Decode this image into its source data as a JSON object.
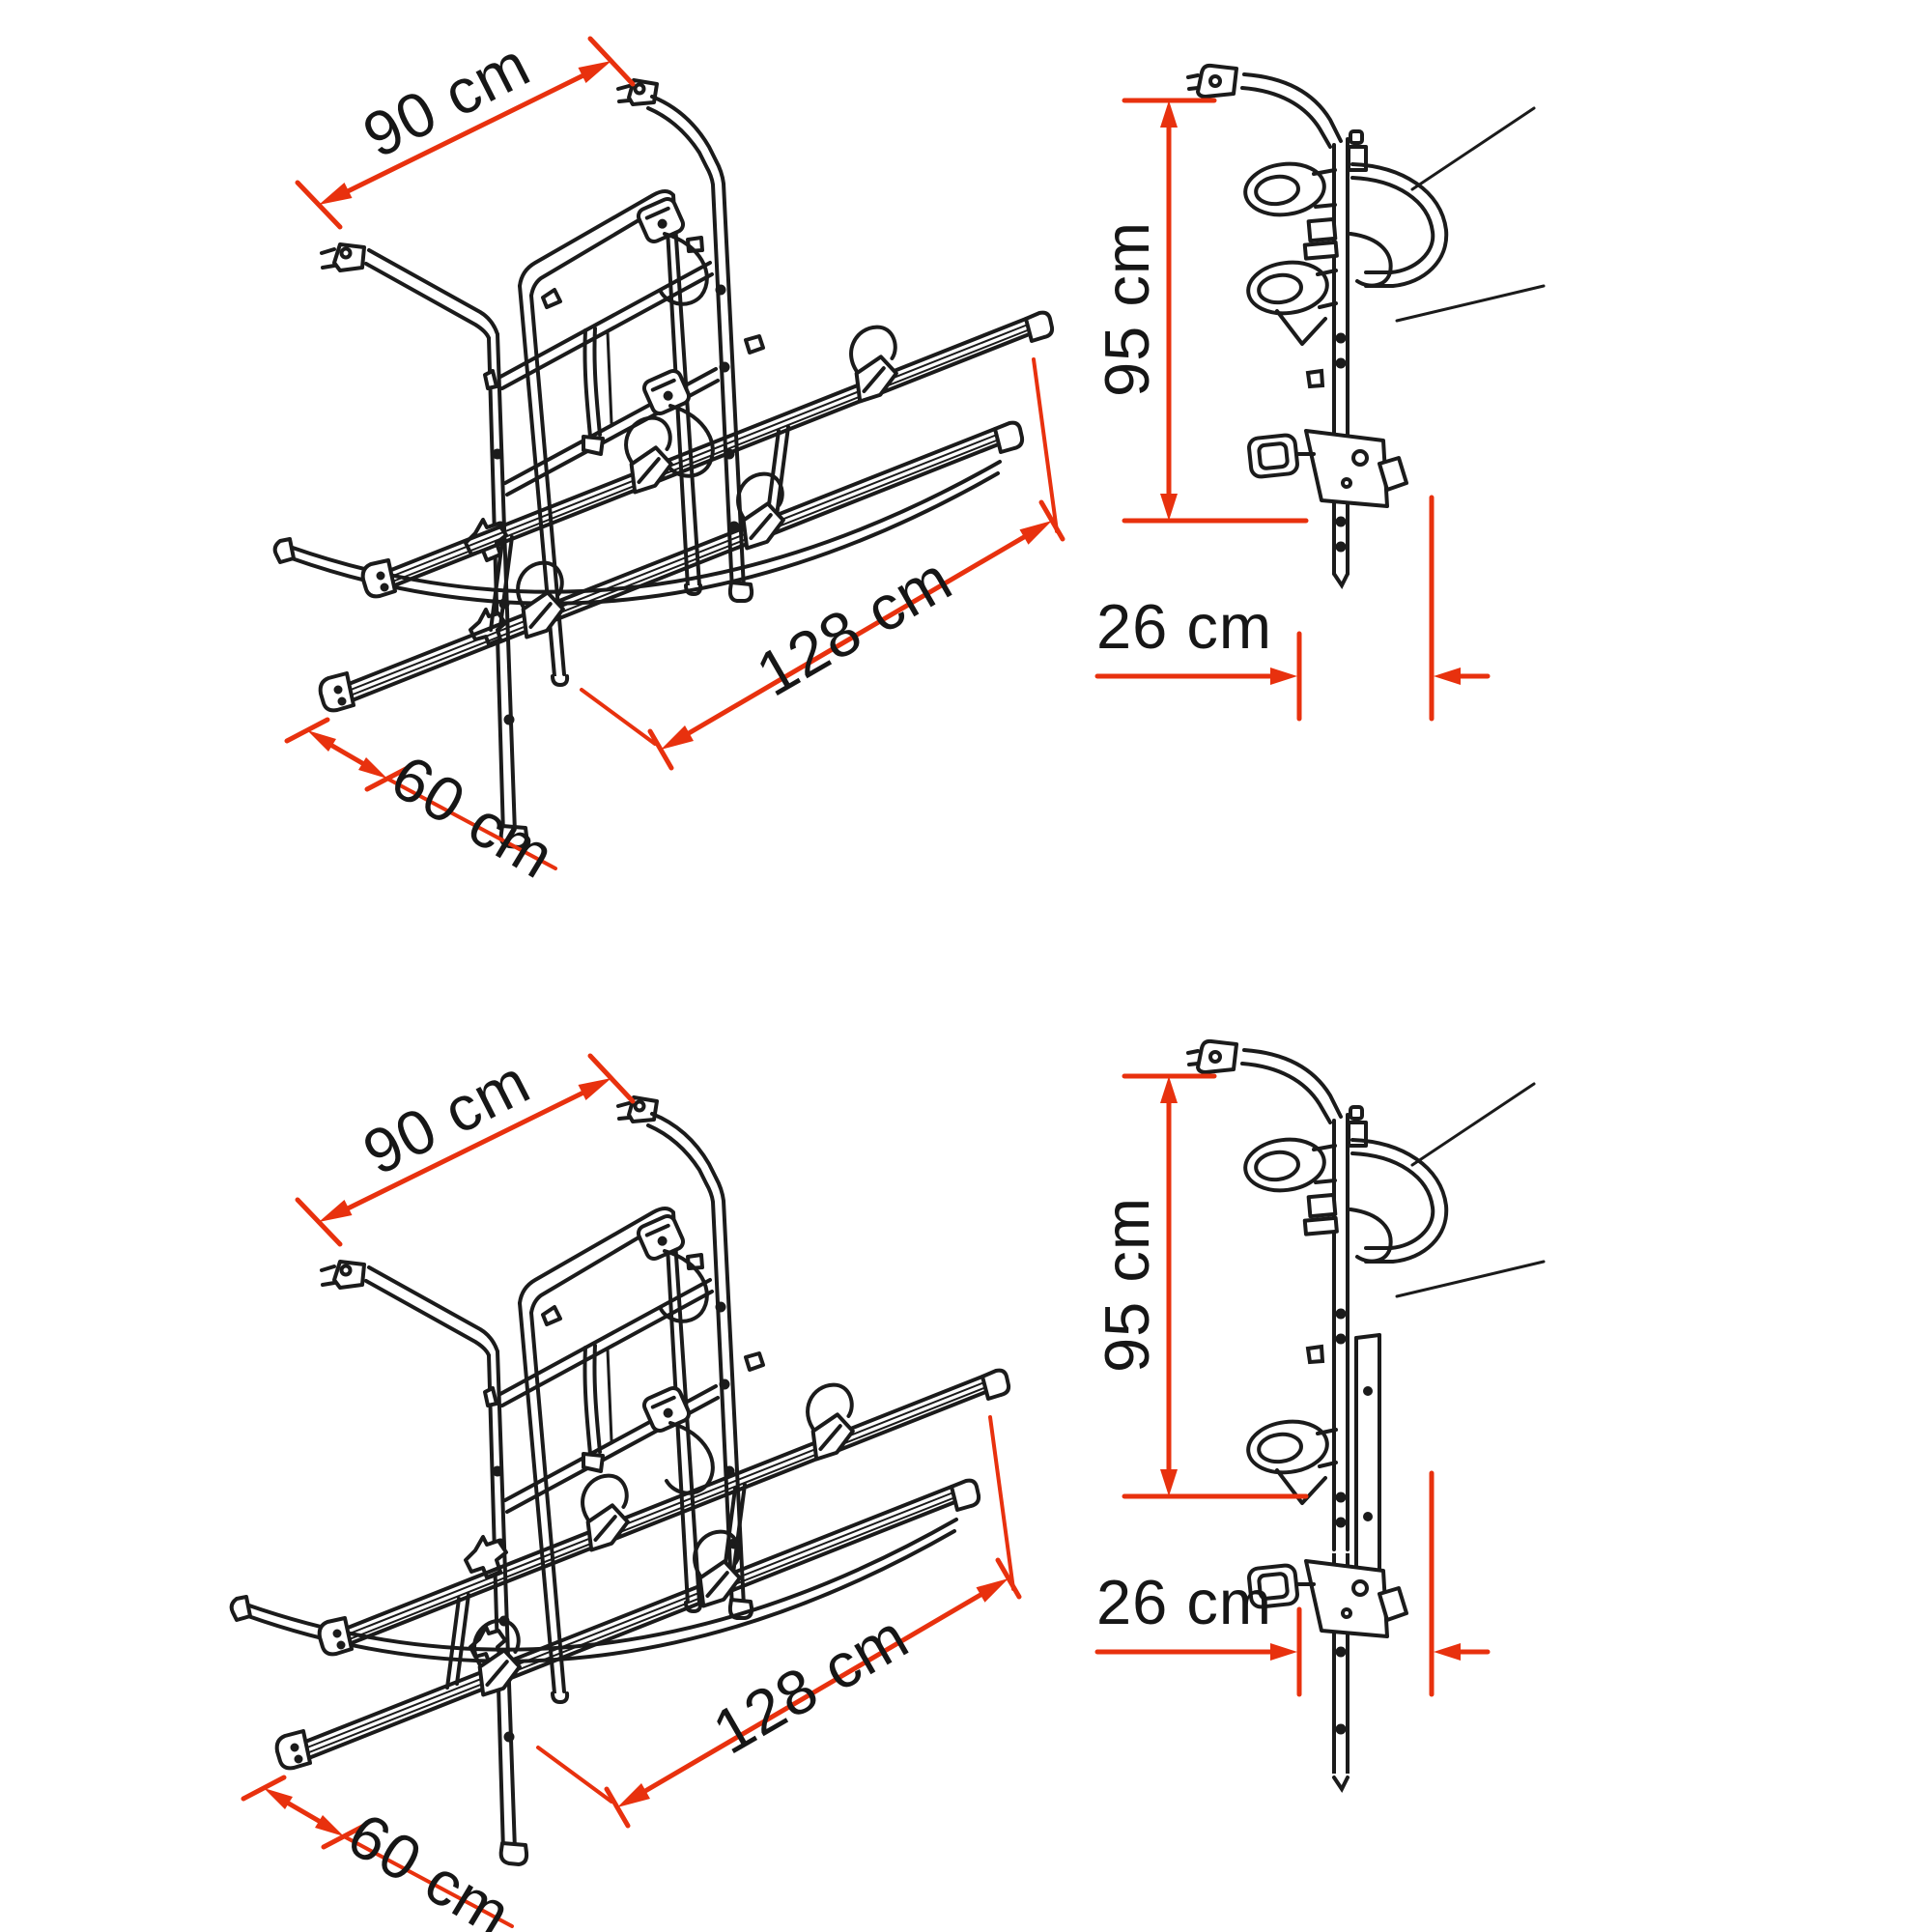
{
  "colors": {
    "background": "#ffffff",
    "line_art": "#1b1b1b",
    "dimension_red": "#e8310e",
    "label_text": "#161616"
  },
  "diagrams": {
    "perspective_top": {
      "width_label": "90 cm",
      "rail_label": "128 cm",
      "depth_label": "60 cm"
    },
    "side_top": {
      "height_label": "95 cm",
      "offset_label": "26 cm"
    },
    "perspective_bottom": {
      "width_label": "90 cm",
      "rail_label": "128 cm",
      "depth_label": "60 cm"
    },
    "side_bottom": {
      "height_label": "95 cm",
      "offset_label": "26 cm"
    }
  }
}
